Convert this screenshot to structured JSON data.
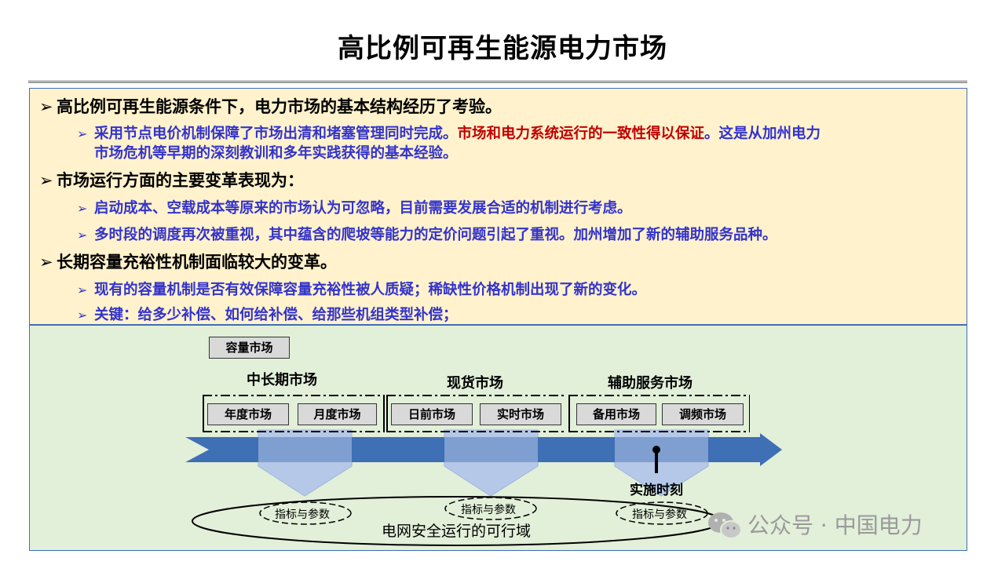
{
  "title": "高比例可再生能源电力市场",
  "bullets": {
    "b1": "高比例可再生能源条件下，电力市场的基本结构经历了考验。",
    "b1a_part1": "采用节点电价机制保障了市场出清和堵塞管理同时完成。",
    "b1a_red": "市场和电力系统运行的一致性得以保证",
    "b1a_part2": "。这是从加州电力",
    "b1a_line2": "市场危机等早期的深刻教训和多年实践获得的基本经验。",
    "b2": "市场运行方面的主要变革表现为：",
    "b2a": "启动成本、空载成本等原来的市场认为可忽略，目前需要发展合适的机制进行考虑。",
    "b2b": "多时段的调度再次被重视，其中蕴含的爬坡等能力的定价问题引起了重视。加州增加了新的辅助服务品种。",
    "b3": "长期容量充裕性机制面临较大的变革。",
    "b3a": "现有的容量机制是否有效保障容量充裕性被人质疑；稀缺性价格机制出现了新的变化。",
    "b3b": "关键：给多少补偿、如何给补偿、给那些机组类型补偿；"
  },
  "diagram": {
    "capacity_market": "容量市场",
    "groups": {
      "mid_long": "中长期市场",
      "spot": "现货市场",
      "ancillary": "辅助服务市场"
    },
    "markets": {
      "annual": "年度市场",
      "monthly": "月度市场",
      "day_ahead": "日前市场",
      "real_time": "实时市场",
      "reserve": "备用市场",
      "regulation": "调频市场"
    },
    "implementation_time": "实施时刻",
    "indicator_label": "指标与参数",
    "feasible_domain": "电网安全运行的可行域"
  },
  "watermark": "公众号 · 中国电力",
  "colors": {
    "axis_arrow": "#3f6fb5",
    "highlight_red": "#c00000",
    "sub_bullet_blue": "#3333cc",
    "yellow_bg": "#fff2cc",
    "green_bg": "#e2efd9"
  }
}
